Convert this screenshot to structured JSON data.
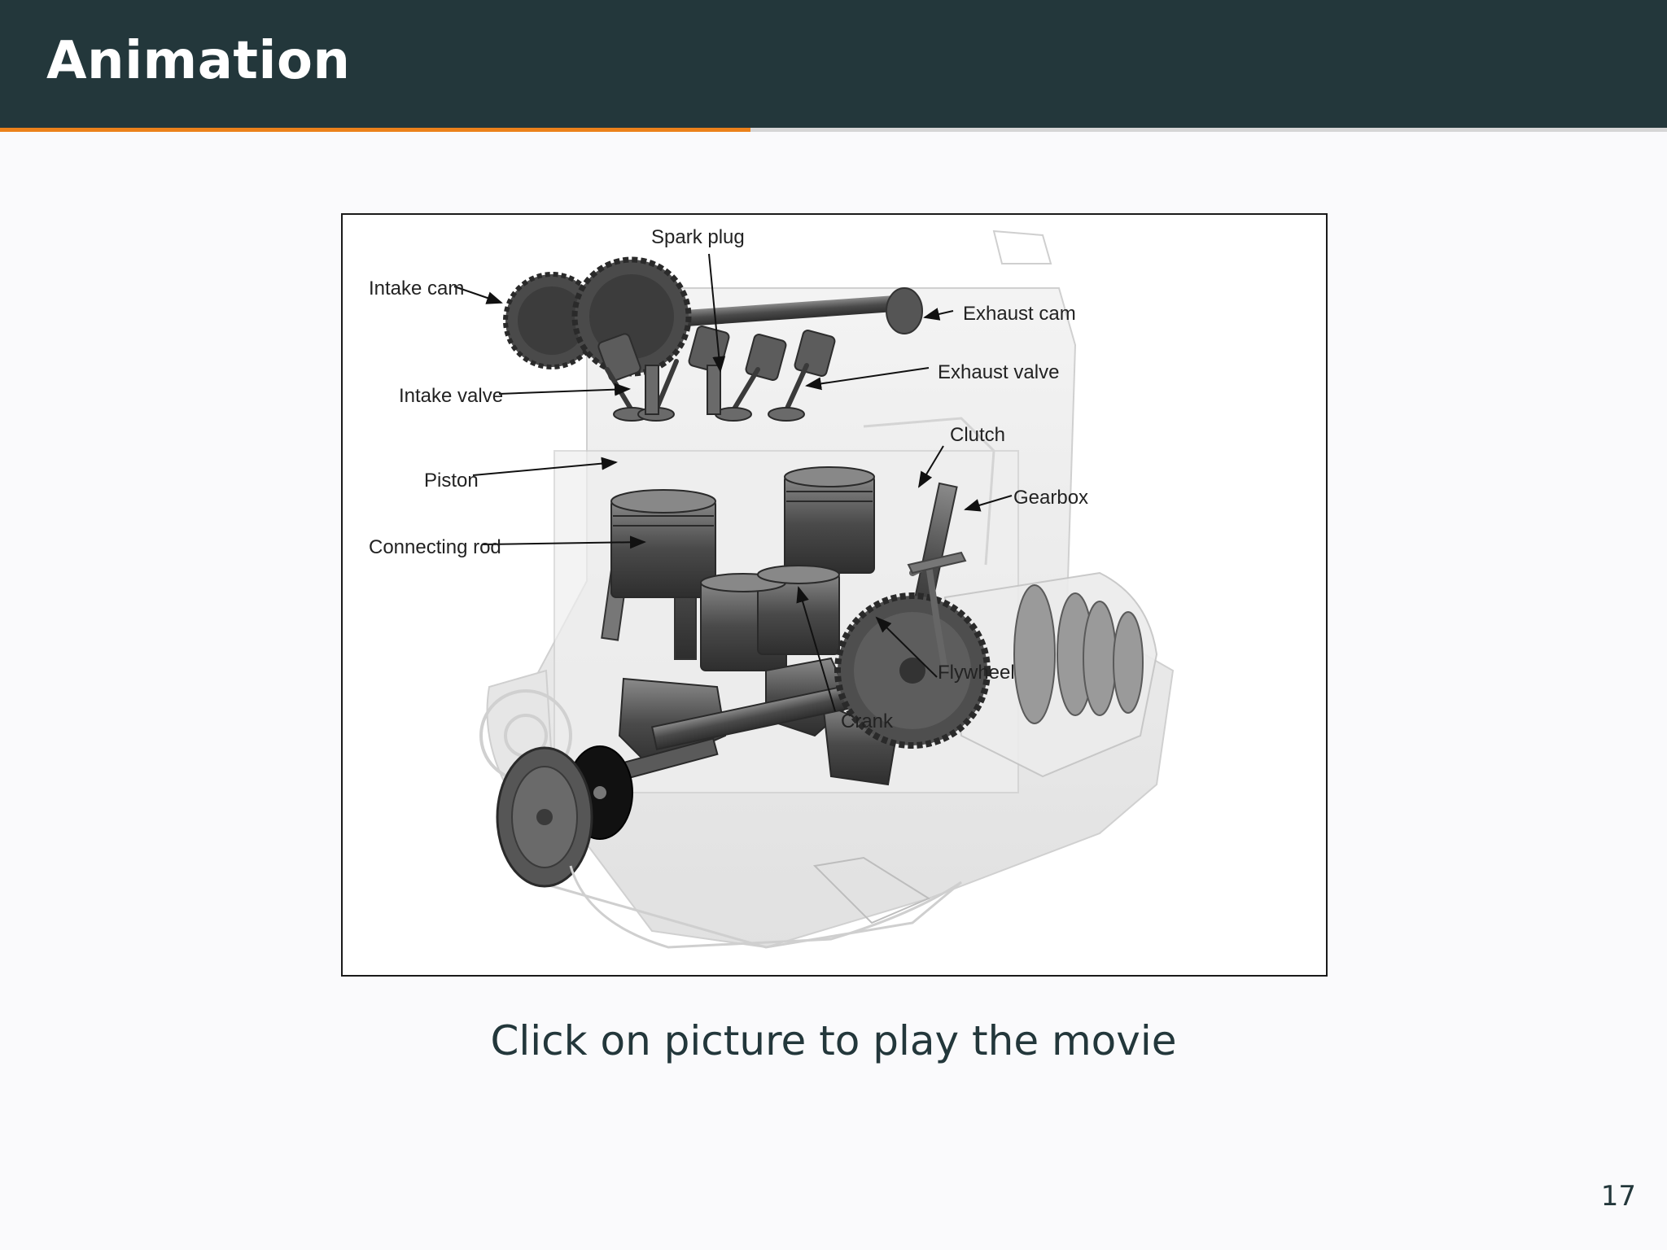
{
  "slide": {
    "title": "Animation",
    "progress": 0.45,
    "caption": "Click on picture to play the movie",
    "page_number": "17"
  },
  "figure": {
    "labels": {
      "spark_plug": "Spark plug",
      "intake_cam": "Intake cam",
      "exhaust_cam": "Exhaust cam",
      "exhaust_valve": "Exhaust valve",
      "intake_valve": "Intake valve",
      "clutch": "Clutch",
      "piston": "Piston",
      "gearbox": "Gearbox",
      "connecting_rod": "Connecting rod",
      "flywheel": "Flywheel",
      "crank": "Crank"
    }
  },
  "colors": {
    "header_bg": "#23373b",
    "accent": "#eb811b",
    "page_bg": "#fafafc"
  }
}
